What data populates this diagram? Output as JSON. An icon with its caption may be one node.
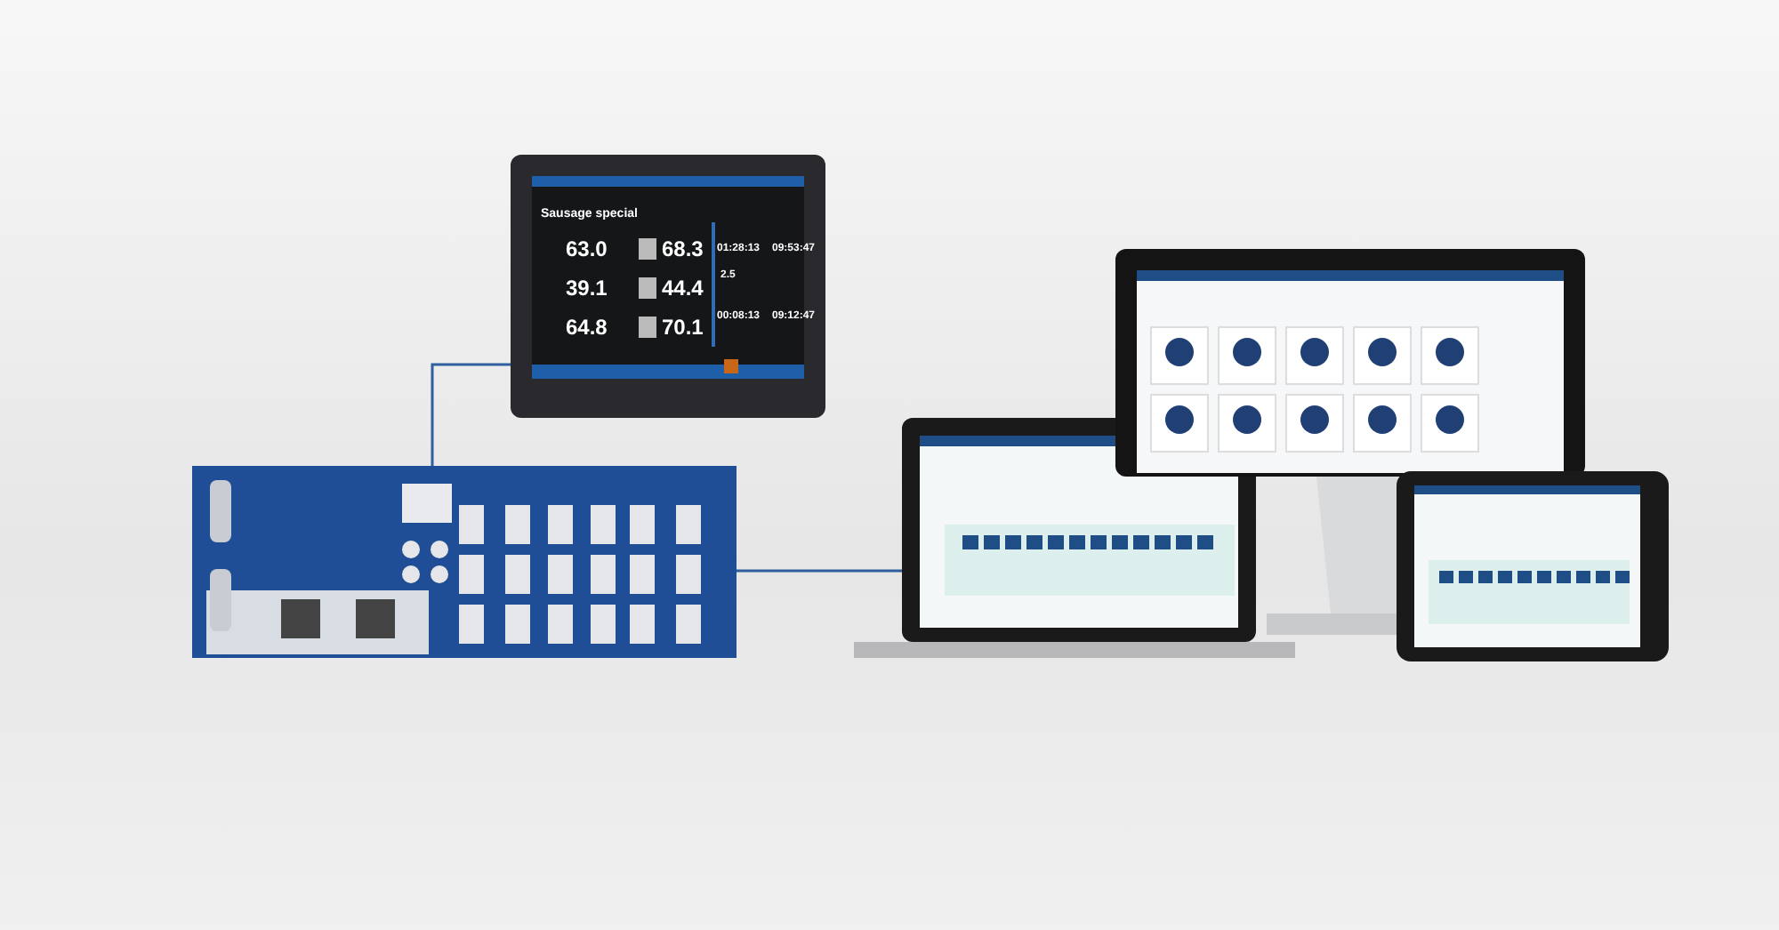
{
  "diagram": {
    "nodes": [
      {
        "text": [],
        "shape": "picture"
      },
      {
        "text": [],
        "shape": "picture"
      },
      {
        "text": [],
        "shape": "picture"
      },
      {
        "text": [],
        "shape": "picture"
      },
      {
        "text": [],
        "shape": "picture"
      }
    ],
    "edges": [
      {
        "from": 0,
        "to": 1,
        "arrow": "none"
      },
      {
        "from": 1,
        "to": 2,
        "arrow": "none"
      }
    ],
    "labels": [
      "Sausage special",
      "63.0",
      "68.3",
      "39.1",
      "44.4",
      "64.8",
      "70.1",
      "01:28:13",
      "09:53:47",
      "2.5",
      "00:08:13",
      "09:12:47"
    ]
  }
}
